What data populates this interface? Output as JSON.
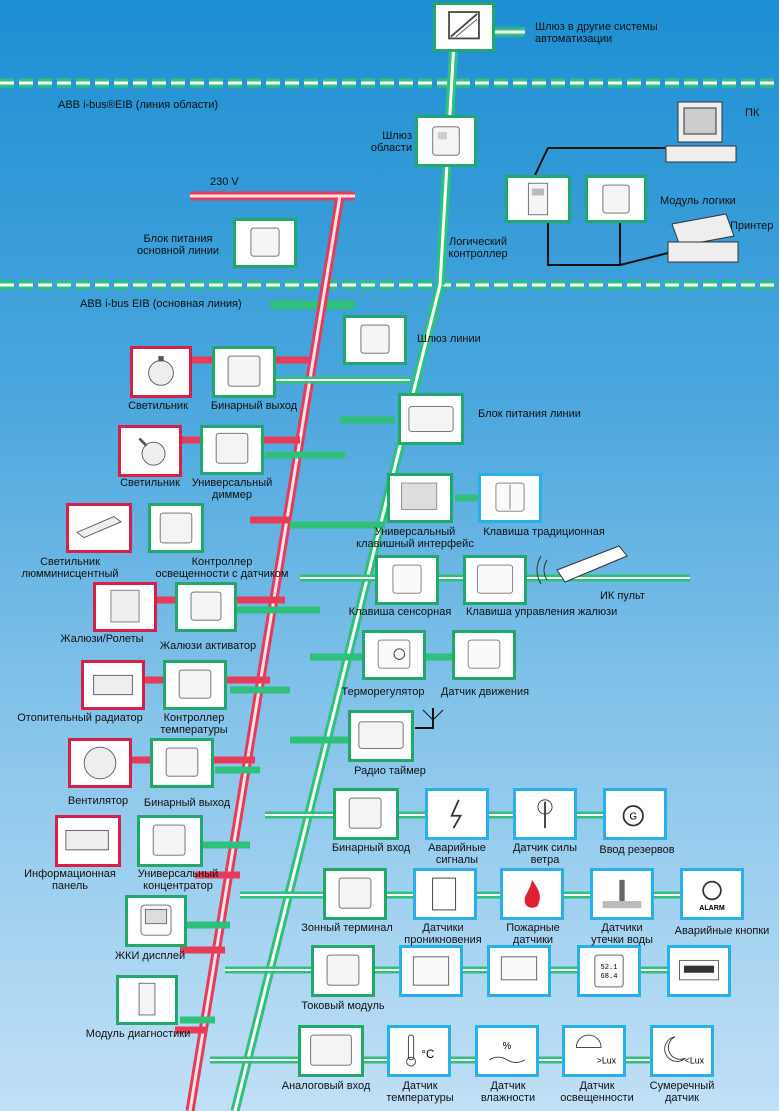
{
  "buses": {
    "area_line": "ABB i-bus®EIB (линия области)",
    "main_line": "ABB i-bus EIB (основная линия)",
    "power": "230 V"
  },
  "labels": {
    "gateway_other": "Шлюз в другие системы\nавтоматизации",
    "area_gateway": "Шлюз\nобласти",
    "pc": "ПК",
    "logic_module": "Модуль логики",
    "printer": "Принтер",
    "logic_controller": "Логический\nконтроллер",
    "main_psu": "Блок питания\nосновной линии",
    "line_gateway": "Шлюз линии",
    "lamp1": "Светильник",
    "binary_out1": "Бинарный выход",
    "line_psu": "Блок питания линии",
    "lamp2": "Светильник",
    "dimmer": "Универсальный\nдиммер",
    "univ_iface": "Универсальный\nклавишный интерфейс",
    "trad_key": "Клавиша традиционная",
    "fluor_lamp": "Светильник\nлюмминисцентный",
    "light_ctrl": "Контроллер\nосвещенности с датчиком",
    "sensor_key": "Клавиша сенсорная",
    "blind_key": "Клавиша  управления жалюзи",
    "ir_remote": "ИК пульт",
    "blinds": "Жалюзи/Ролеты",
    "blind_act": "Жалюзи активатор",
    "thermostat": "Терморегулятор",
    "motion": "Датчик движения",
    "radiator": "Отопительный радиатор",
    "temp_ctrl": "Контроллер\nтемпературы",
    "radio_timer": "Радио таймер",
    "fan": "Вентилятор",
    "binary_out2": "Бинарный выход",
    "binary_in": "Бинарный вход",
    "alarm_sig": "Аварийные\nсигналы",
    "wind": "Датчик силы\nветра",
    "reserve_in": "Ввод резервов",
    "info_panel": "Информационная\nпанель",
    "univ_conc": "Универсальный\nконцентратор",
    "zone_term": "Зонный терминал",
    "intrusion": "Датчики\nпроникновения",
    "fire": "Пожарные\nдатчики",
    "water": "Датчики\nутечки воды",
    "alarm_btn": "Аварийные кнопки",
    "lcd": "ЖКИ дисплей",
    "current_mod": "Токовый модуль",
    "diag": "Модуль диагностики",
    "analog_in": "Аналоговый вход",
    "temp_sensor": "Датчик\nтемпературы",
    "humidity": "Датчик\nвлажности",
    "illum": "Датчик\nосвещенности",
    "twilight": "Сумеречный\nдатчик"
  },
  "icon_text": {
    "alarm": "ALARM",
    "lux": ">Lux",
    "twilight_lux": "<Lux",
    "degc": "°C",
    "percent": "%",
    "g": "G",
    "display1": "52.1",
    "display2": "68.4"
  },
  "colors": {
    "bus": "#3ab878",
    "power": "#e63c5a",
    "accent": "#22a86a",
    "bg": "#2b94d6"
  }
}
